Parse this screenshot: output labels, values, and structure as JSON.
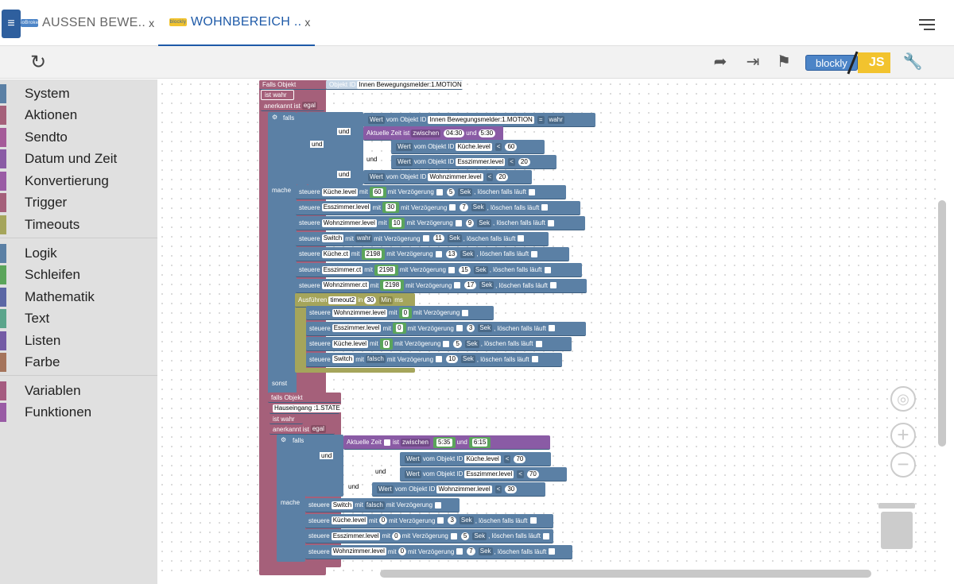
{
  "tabs": [
    {
      "label": "AUSSEN BEWE..",
      "close": "x",
      "mini": "ioBroker"
    },
    {
      "label": "WOHNBEREICH ..",
      "close": "x",
      "mini": "blockly"
    }
  ],
  "toolbar": {
    "logo_left": "blockly",
    "logo_right": "JS"
  },
  "sidebar": {
    "group1": [
      {
        "label": "System",
        "color": "#5b80a5"
      },
      {
        "label": "Aktionen",
        "color": "#a5607a"
      },
      {
        "label": "Sendto",
        "color": "#a55b99"
      },
      {
        "label": "Datum und Zeit",
        "color": "#8a5ba5"
      },
      {
        "label": "Konvertierung",
        "color": "#9a5ba5"
      },
      {
        "label": "Trigger",
        "color": "#a5607a"
      },
      {
        "label": "Timeouts",
        "color": "#a5a55b"
      }
    ],
    "group2": [
      {
        "label": "Logik",
        "color": "#5b80a5"
      },
      {
        "label": "Schleifen",
        "color": "#5ba55b"
      },
      {
        "label": "Mathematik",
        "color": "#5b67a5"
      },
      {
        "label": "Text",
        "color": "#5ba58c"
      },
      {
        "label": "Listen",
        "color": "#745ba5"
      },
      {
        "label": "Farbe",
        "color": "#a5745b"
      }
    ],
    "group3": [
      {
        "label": "Variablen",
        "color": "#a55b80"
      },
      {
        "label": "Funktionen",
        "color": "#995ba5"
      }
    ]
  },
  "blocks": {
    "trigger1": {
      "title": "Falls Objekt",
      "objid_label": "Objekt ID",
      "objid": "Innen Bewegungsmelder:1.MOTION",
      "state": "ist wahr",
      "ack_label": "anerkannt ist",
      "ack": "egal"
    },
    "falls": "falls",
    "und": "und",
    "mache": "mache",
    "sonst": "sonst",
    "cond1": {
      "wert": "Wert",
      "vom": "vom Objekt ID",
      "id": "Innen Bewegungsmelder:1.MOTION",
      "op": "=",
      "val": "wahr"
    },
    "cond2": {
      "label": "Aktuelle Zeit ist",
      "op": "zwischen",
      "from": "04:30",
      "und": "und",
      "to": "5:30"
    },
    "cond3": {
      "id": "Küche.level",
      "op": "<",
      "val": "60"
    },
    "cond4": {
      "id": "Esszimmer.level",
      "op": "<",
      "val": "20"
    },
    "cond5": {
      "id": "Wohnzimmer.level",
      "op": "<",
      "val": "20"
    },
    "steuere": "steuere",
    "mit": "mit",
    "delay_label": "mit Verzögerung",
    "clear_label": ", löschen falls läuft",
    "sek": "Sek",
    "actions1": [
      {
        "id": "Küche.level",
        "val": "60",
        "delay": "5"
      },
      {
        "id": "Esszimmer.level",
        "val": "30",
        "delay": "7"
      },
      {
        "id": "Wohnzimmer.level",
        "val": "10",
        "delay": "9"
      },
      {
        "id": "Switch",
        "val": "wahr",
        "delay": "11"
      },
      {
        "id": "Küche.ct",
        "val": "2198",
        "delay": "13"
      },
      {
        "id": "Esszimmer.ct",
        "val": "2198",
        "delay": "15"
      },
      {
        "id": "Wohnzimmer.ct",
        "val": "2198",
        "delay": "17"
      }
    ],
    "timeout": {
      "label": "Ausführen",
      "name": "timeout2",
      "in": "in",
      "val": "30",
      "unit": "Min",
      "ms": "ms"
    },
    "actions2": [
      {
        "id": "Wohnzimmer.level",
        "val": "0"
      },
      {
        "id": "Esszimmer.level",
        "val": "0",
        "delay": "3"
      },
      {
        "id": "Küche.level",
        "val": "0",
        "delay": "5"
      },
      {
        "id": "Switch",
        "val": "falsch",
        "delay": "10"
      }
    ],
    "trigger2": {
      "title": "falls Objekt",
      "objid": "Hauseingang :1.STATE",
      "state": "ist wahr",
      "ack_label": "anerkannt ist",
      "ack": "egal"
    },
    "cond6": {
      "label": "Aktuelle Zeit",
      "ist": "ist",
      "op": "zwischen",
      "from": "5:35",
      "und": "und",
      "to": "6:15"
    },
    "cond7": {
      "id": "Küche.level",
      "op": "<",
      "val": "70"
    },
    "cond8": {
      "id": "Esszimmer.level",
      "op": "<",
      "val": "70"
    },
    "cond9": {
      "id": "Wohnzimmer.level",
      "op": "<",
      "val": "30"
    },
    "actions3": [
      {
        "id": "Switch",
        "val": "falsch"
      },
      {
        "id": "Küche.level",
        "val": "0",
        "delay": "3"
      },
      {
        "id": "Esszimmer.level",
        "val": "0",
        "delay": "5"
      },
      {
        "id": "Wohnzimmer.level",
        "val": "0",
        "delay": "7"
      }
    ]
  }
}
